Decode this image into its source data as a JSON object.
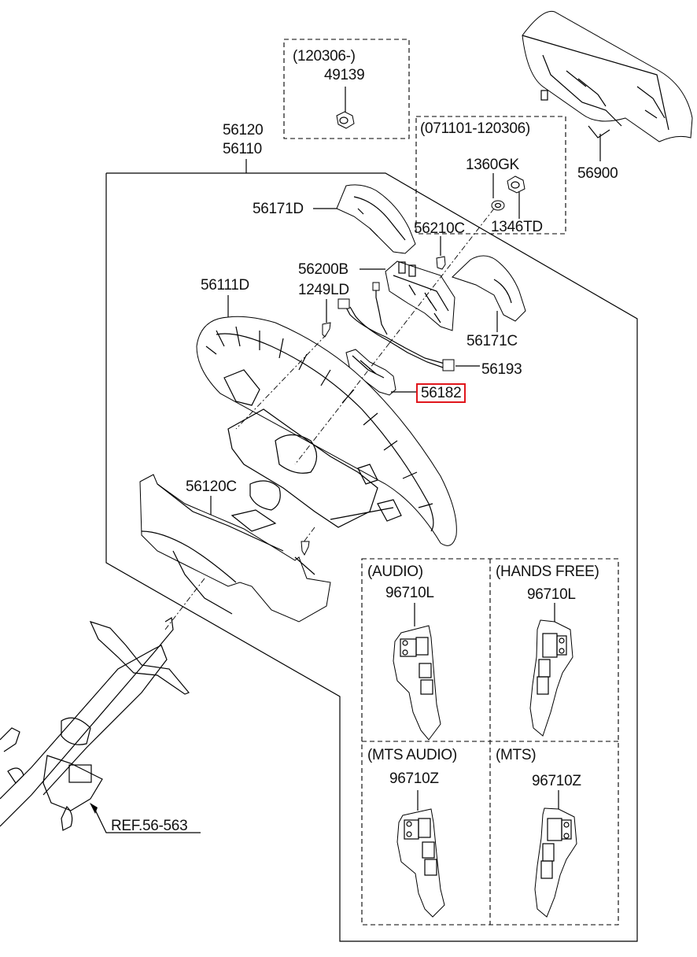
{
  "diagram": {
    "title": "Steering Wheel Assembly Parts Diagram",
    "highlight_color": "#e0161c",
    "labels": {
      "p56120": "56120",
      "p56110": "56110",
      "p56171D": "56171D",
      "p56200B": "56200B",
      "p1249LD": "1249LD",
      "p56111D": "56111D",
      "p56210C": "56210C",
      "p1360GK": "1360GK",
      "p1346TD": "1346TD",
      "p56171C": "56171C",
      "p56193": "56193",
      "p56182": "56182",
      "p56120C": "56120C",
      "p56900": "56900",
      "p49139": "49139",
      "ref": "REF.56-563"
    },
    "boxes": {
      "box_a": {
        "note": "(120306-)"
      },
      "box_b": {
        "note": "(071101-120306)"
      }
    },
    "variants": [
      {
        "name": "(AUDIO)",
        "part": "96710L"
      },
      {
        "name": "(HANDS FREE)",
        "part": "96710L"
      },
      {
        "name": "(MTS AUDIO)",
        "part": "96710Z"
      },
      {
        "name": "(MTS)",
        "part": "96710Z"
      }
    ],
    "highlighted_part": "56182"
  }
}
